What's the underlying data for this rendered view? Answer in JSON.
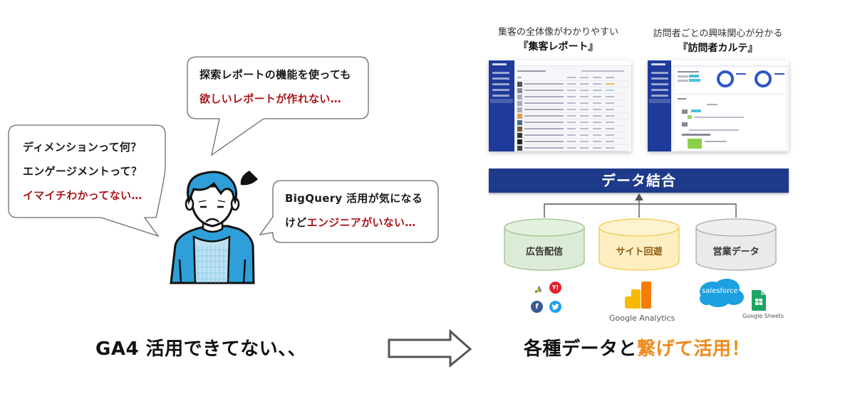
{
  "left_panel": {
    "bubbles": [
      {
        "id": "top",
        "lines": [
          {
            "text": "探索レポートの機能を使っても",
            "color": "#1a1a1a"
          },
          {
            "text": "欲しいレポートが作れない…",
            "color": "#a8161a"
          }
        ]
      },
      {
        "id": "left",
        "lines": [
          {
            "text": "ディメンションって何？",
            "color": "#1a1a1a"
          },
          {
            "text": "エンゲージメントって？",
            "color": "#1a1a1a"
          },
          {
            "text": "イマイチわかってない…",
            "color": "#a8161a"
          }
        ]
      },
      {
        "id": "right",
        "lines": [
          {
            "text": "BigQuery 活用が気になる",
            "color": "#1a1a1a"
          },
          {
            "prefix": "けど",
            "highlight": "エンジニアがいない…",
            "color": "#a8161a"
          }
        ]
      }
    ],
    "character": "confused-man-illustration",
    "caption": "GA4 活用できてない、、"
  },
  "arrow": "right-arrow-outline",
  "right_panel": {
    "screenshots": [
      {
        "subtitle": "集客の全体像がわかりやすい",
        "title": "『集客レポート』"
      },
      {
        "subtitle": "訪問者ごとの興味関心が分かる",
        "title": "『訪問者カルテ』"
      }
    ],
    "banner": "データ結合",
    "sources": [
      {
        "label": "広告配信",
        "fill": "#dcebd6",
        "stroke": "#9cc08e",
        "text_color": "#333333",
        "logos": [
          "google-ads",
          "yahoo",
          "facebook",
          "twitter"
        ]
      },
      {
        "label": "サイト回遊",
        "fill": "#fdefc2",
        "stroke": "#f0c94a",
        "text_color": "#8a5a12",
        "logos": [
          "google-analytics"
        ]
      },
      {
        "label": "営業データ",
        "fill": "#eaeaea",
        "stroke": "#a8a8a8",
        "text_color": "#333333",
        "logos": [
          "salesforce",
          "google-sheets"
        ]
      }
    ],
    "logo_labels": {
      "google_analytics": "Google Analytics",
      "salesforce": "salesforce",
      "google_sheets": "Google Sheets",
      "yahoo": "Y!",
      "facebook": "f"
    },
    "caption_prefix": "各種データと",
    "caption_highlight": "繋げて活用！",
    "colors": {
      "banner": "#1e3a8a",
      "highlight": "#f08a1c",
      "alert": "#a8161a"
    }
  }
}
